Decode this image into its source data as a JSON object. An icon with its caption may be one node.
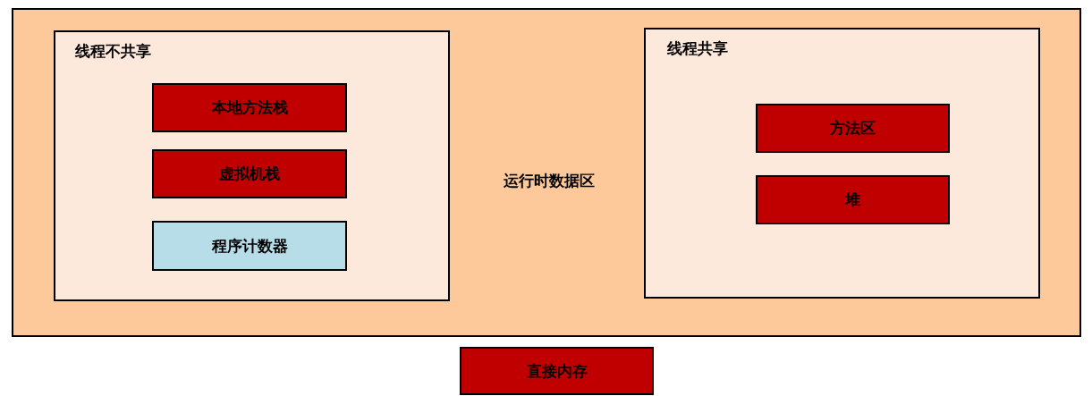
{
  "diagram": {
    "nodes": [
      {
        "text": [
          "运行时数据区"
        ]
      },
      {
        "text": [
          "线程不共享"
        ],
        "in": 0
      },
      {
        "text": [
          "本地方法栈"
        ],
        "in": 1
      },
      {
        "text": [
          "虚拟机栈"
        ],
        "in": 1
      },
      {
        "text": [
          "程序计数器"
        ],
        "in": 1
      },
      {
        "text": [
          "线程共享"
        ],
        "in": 0
      },
      {
        "text": [
          "方法区"
        ],
        "in": 5
      },
      {
        "text": [
          "堆"
        ],
        "in": 5
      },
      {
        "text": [
          "直接内存"
        ]
      }
    ]
  }
}
